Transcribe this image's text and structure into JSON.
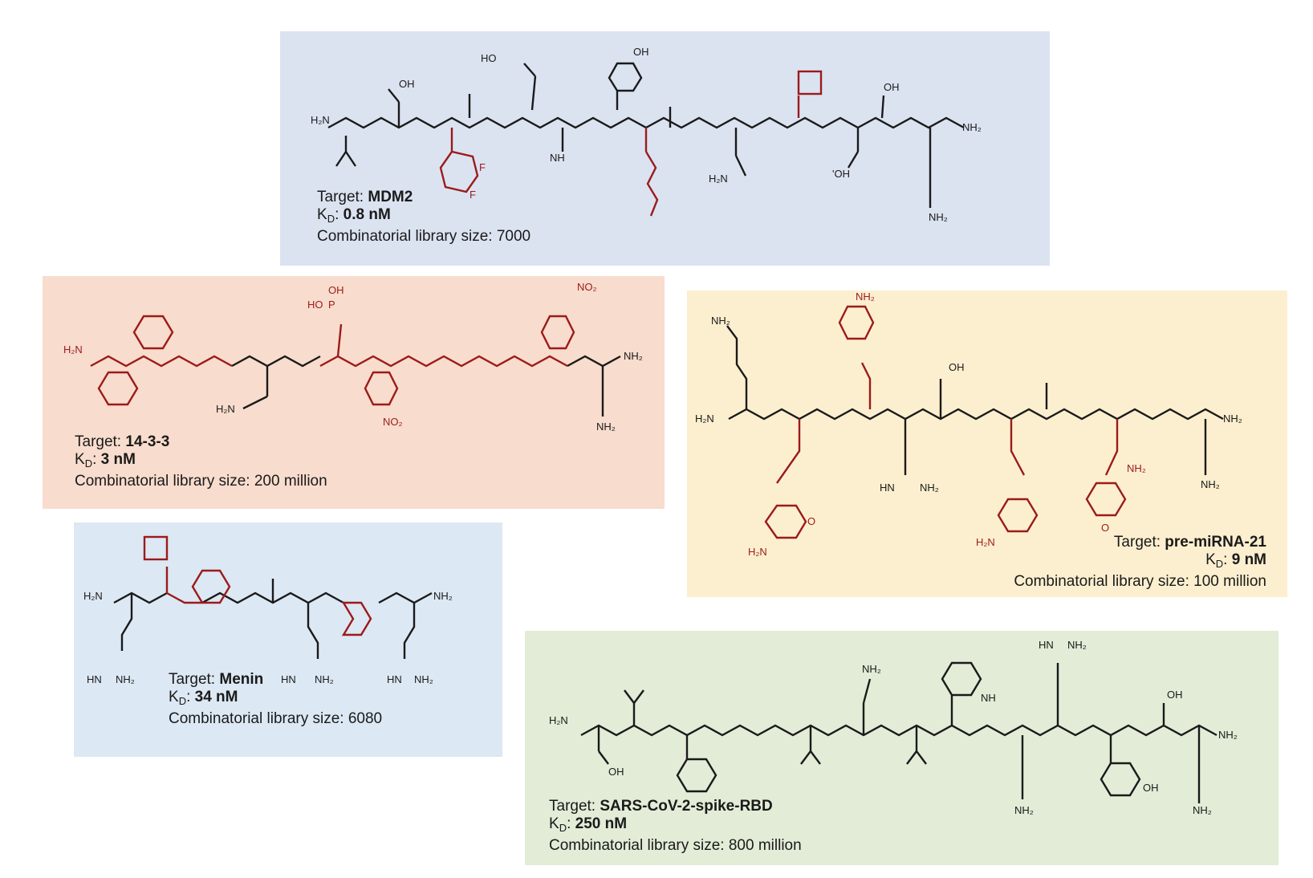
{
  "colors": {
    "mdm2_bg": "#dbe3f1",
    "p1433_bg": "#f8dccd",
    "mirna_bg": "#fcefcf",
    "menin_bg": "#dce8f4",
    "sars_bg": "#e2ecd7",
    "black_bond": "#1a1a1a",
    "red_bond": "#9b1b1b"
  },
  "labels": {
    "target_prefix": "Target:",
    "kd_main": "K",
    "kd_sub": "D",
    "kd_suffix": ":",
    "library_prefix": "Combinatorial library size:"
  },
  "atoms": {
    "h2n": "H₂N",
    "nh2": "NH₂",
    "oh": "OH",
    "o": "O",
    "n": "N",
    "h": "H",
    "nh": "NH",
    "hn": "HN",
    "f": "F",
    "ho": "HO",
    "p": "P",
    "no2": "NO₂",
    "hoo": "HO",
    "oh_prime": "'OH"
  },
  "panels": {
    "mdm2": {
      "target": "MDM2",
      "kd": "0.8 nM",
      "library": "7000"
    },
    "p1433": {
      "target": "14-3-3",
      "kd": "3 nM",
      "library": "200 million"
    },
    "mirna": {
      "target": "pre-miRNA-21",
      "kd": "9 nM",
      "library": "100 million"
    },
    "menin": {
      "target": "Menin",
      "kd": "34 nM",
      "library": "6080"
    },
    "sars": {
      "target": "SARS-CoV-2-spike-RBD",
      "kd": "250 nM",
      "library": "800 million"
    }
  }
}
